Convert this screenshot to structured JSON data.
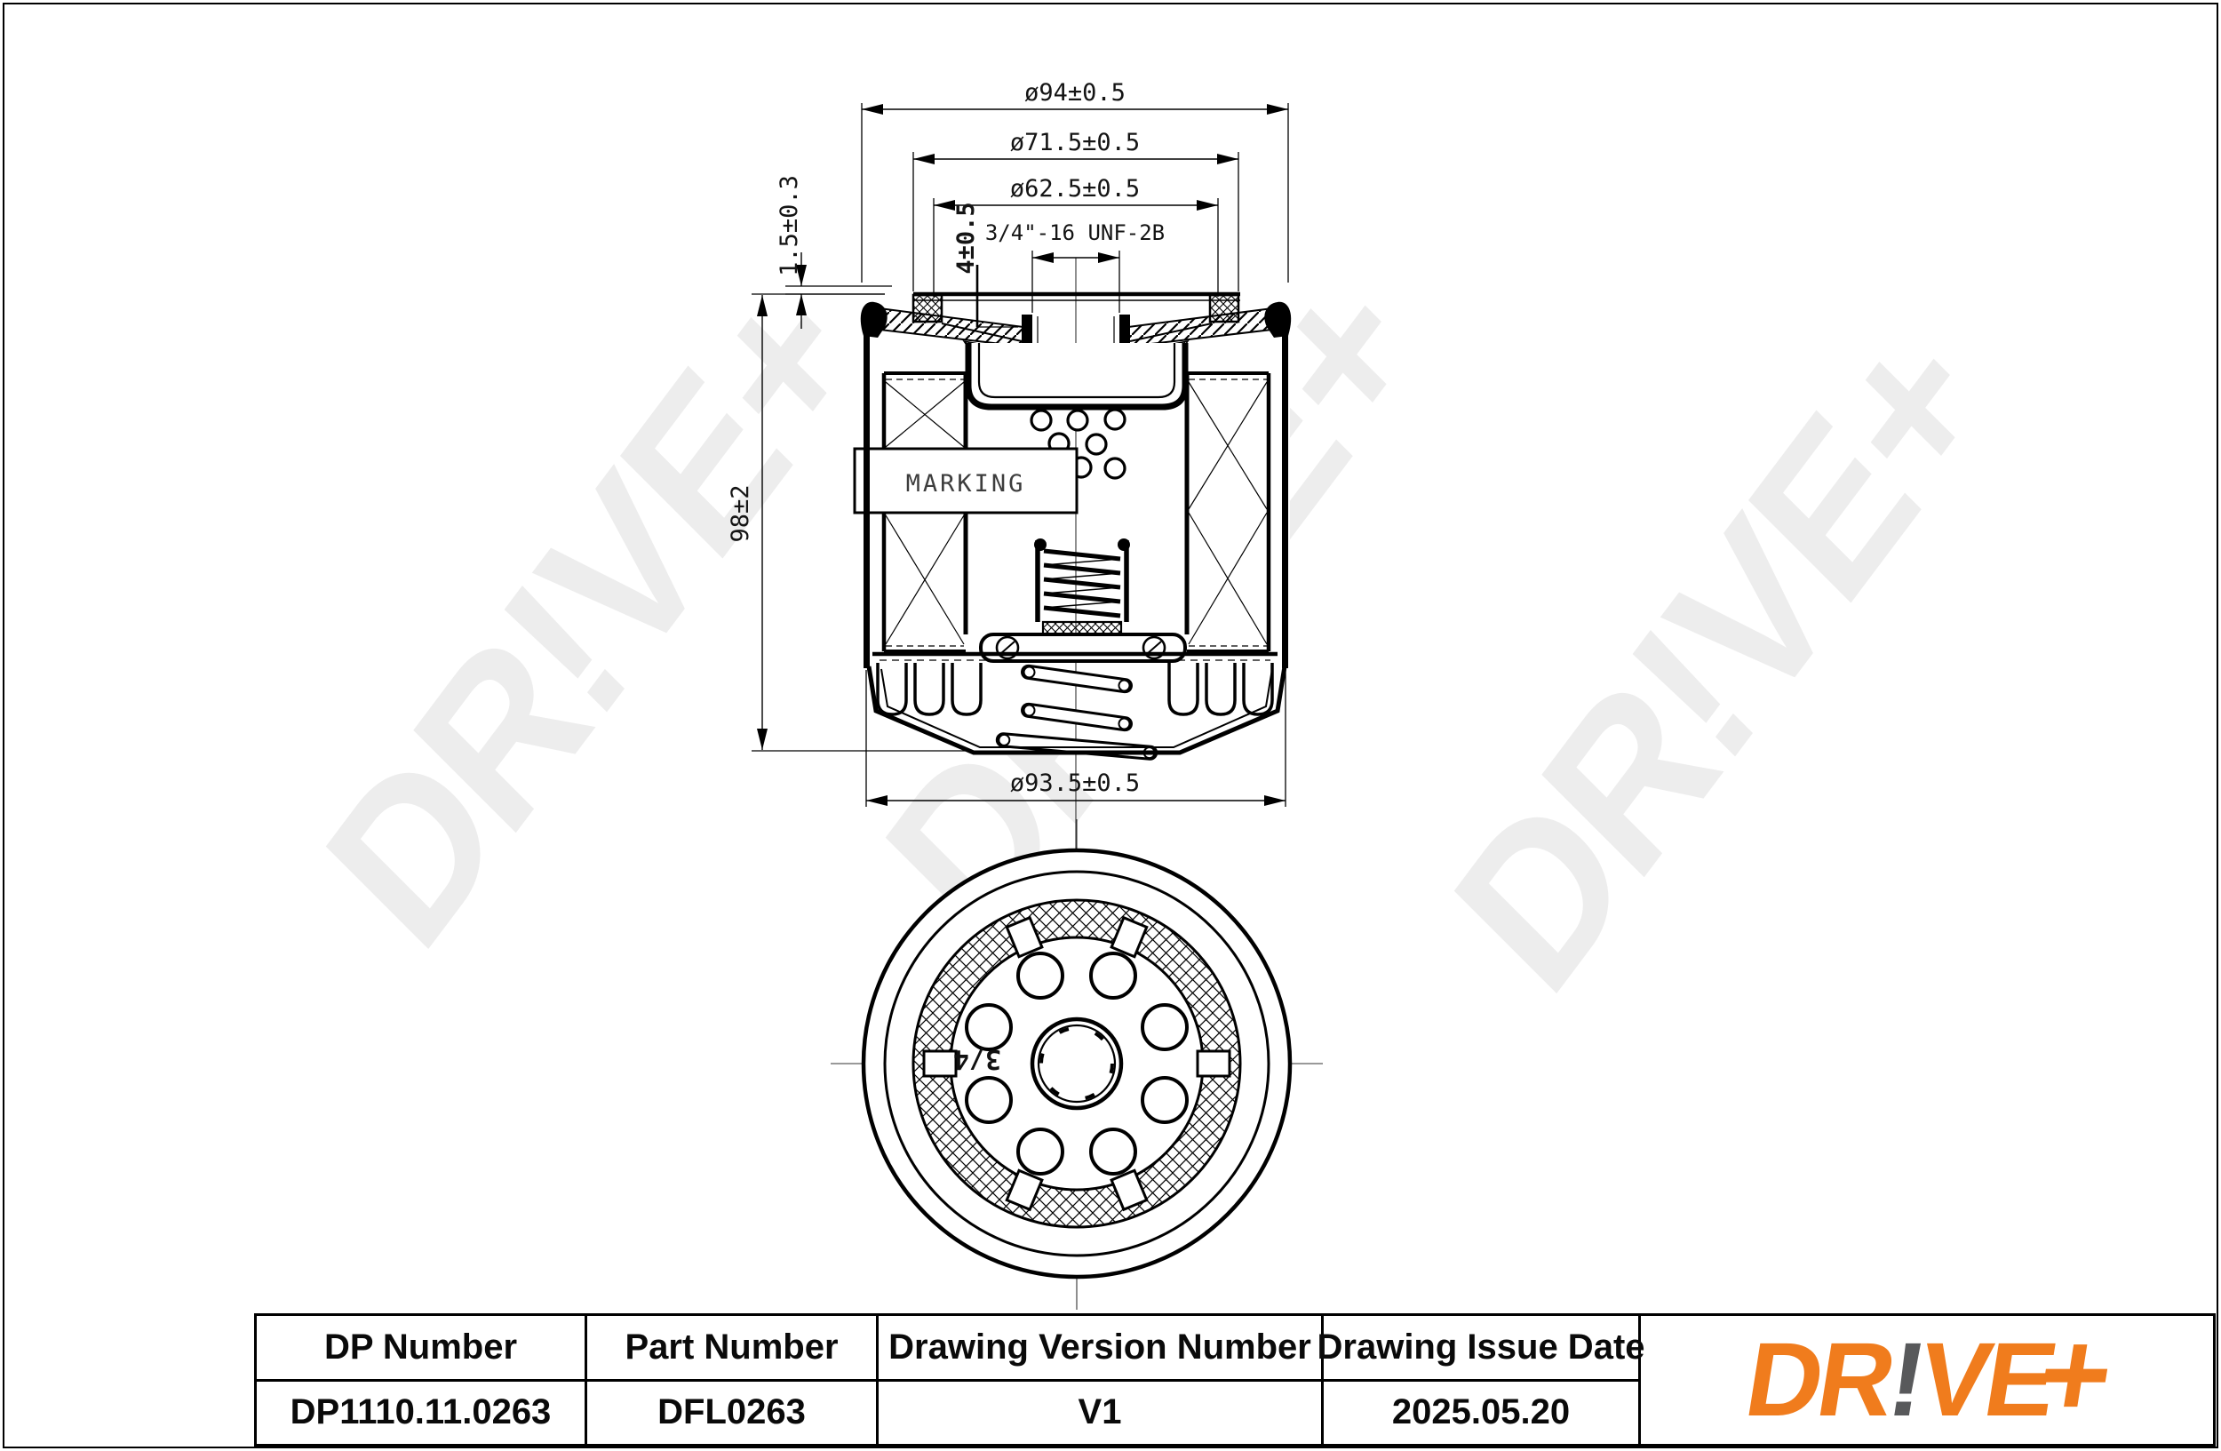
{
  "page": {
    "background": "#ffffff",
    "line_color": "#000000"
  },
  "watermark": {
    "text": "DR!VE+",
    "color": "#ededed"
  },
  "drawing": {
    "section_view": {
      "dim_outer_diameter": "ø94±0.5",
      "dim_gasket_outer": "ø71.5±0.5",
      "dim_gasket_inner": "ø62.5±0.5",
      "dim_thread": "3/4\"-16 UNF-2B",
      "dim_lip_height": "1.5±0.3",
      "dim_boss_height": "4±0.5",
      "dim_total_height": "98±2",
      "dim_body_diameter": "ø93.5±0.5",
      "marking_label": "MARKING"
    },
    "bottom_view": {
      "thread_size_label": "3/4"
    }
  },
  "title_block": {
    "columns": [
      {
        "header": "DP Number",
        "value": "DP1110.11.0263"
      },
      {
        "header": "Part Number",
        "value": "DFL0263"
      },
      {
        "header": "Drawing Version Number",
        "value": "V1"
      },
      {
        "header": "Drawing Issue Date",
        "value": "2025.05.20"
      }
    ],
    "logo": {
      "part1": "DR",
      "excl": "!",
      "part2": "VE",
      "plus": "+",
      "color_orange": "#F07C1D",
      "color_dark": "#58595B"
    }
  }
}
